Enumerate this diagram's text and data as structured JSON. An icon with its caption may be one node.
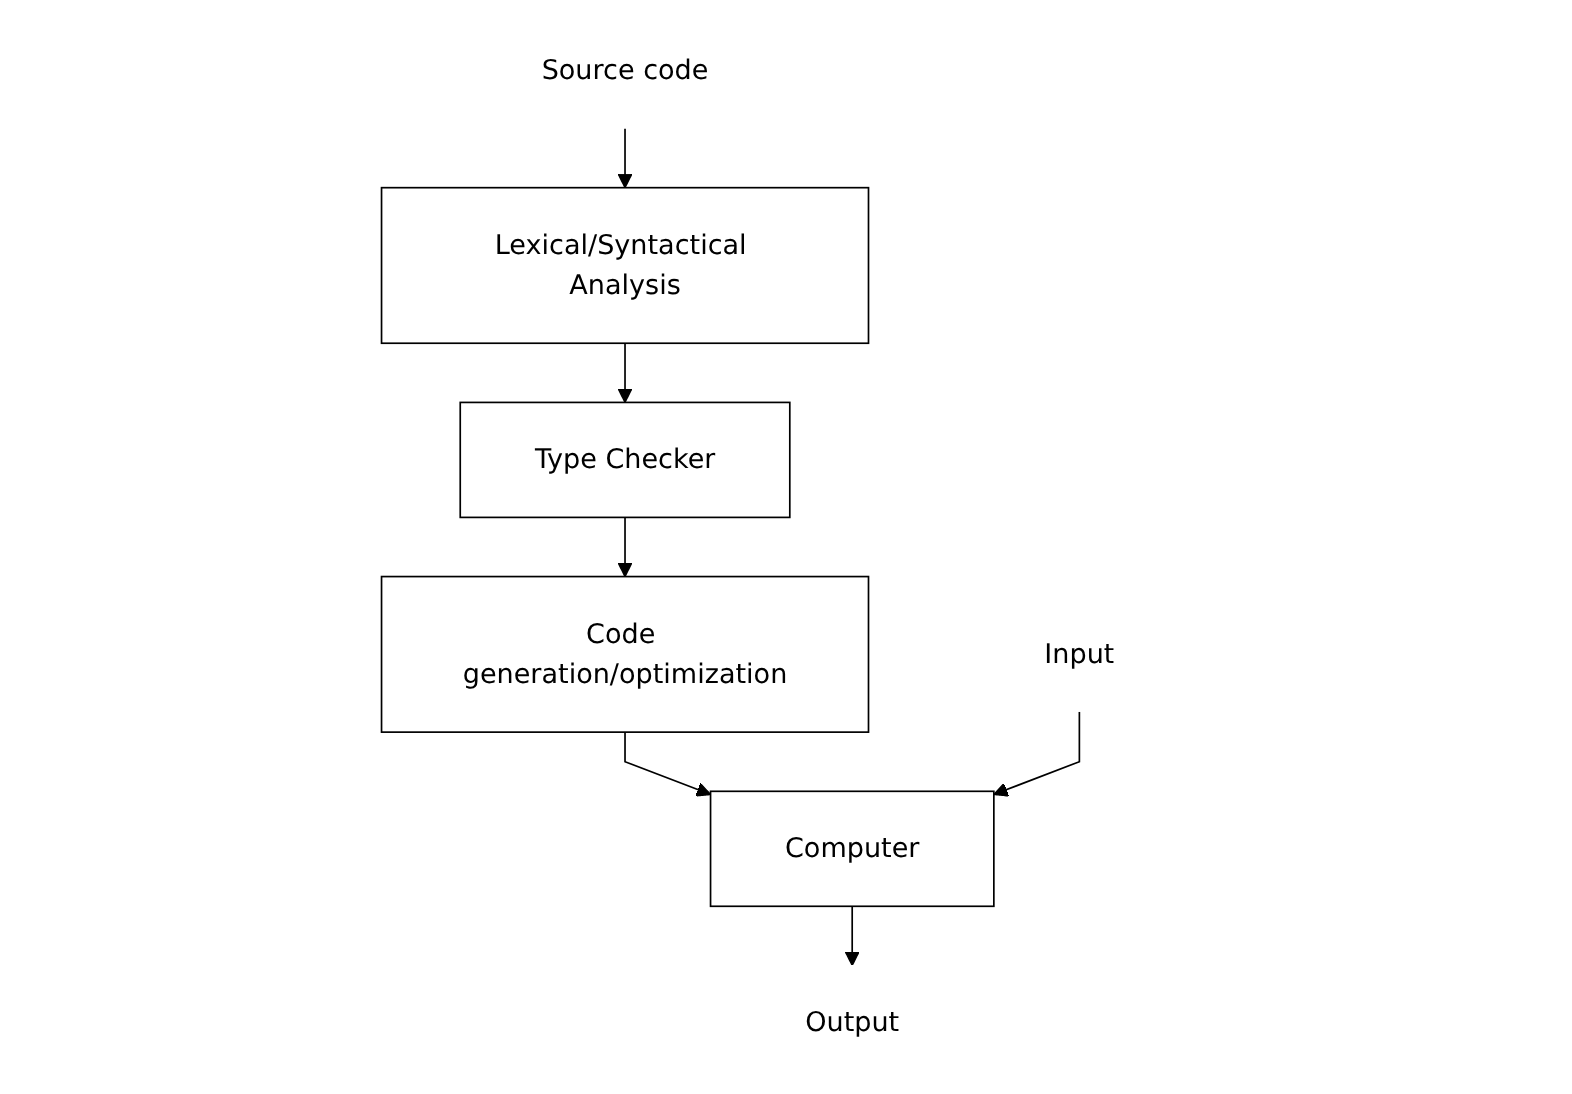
{
  "diagram": {
    "nodes": [
      {
        "text": [
          "Source code"
        ]
      },
      {
        "text": [
          "Lexical/Syntactical Analysis"
        ]
      },
      {
        "text": [
          "Type Checker"
        ]
      },
      {
        "text": [
          "Code generation/optimization"
        ]
      },
      {
        "text": [
          "Input"
        ]
      },
      {
        "text": [
          "Computer"
        ]
      },
      {
        "text": [
          "Output"
        ]
      }
    ],
    "edges": [
      {
        "from": 0,
        "to": 1,
        "arrow": "to"
      },
      {
        "from": 1,
        "to": 2,
        "arrow": "to"
      },
      {
        "from": 2,
        "to": 3,
        "arrow": "to"
      },
      {
        "from": 3,
        "to": 5,
        "arrow": "to"
      },
      {
        "from": 4,
        "to": 5,
        "arrow": "to"
      },
      {
        "from": 5,
        "to": 6,
        "arrow": "to"
      }
    ]
  }
}
